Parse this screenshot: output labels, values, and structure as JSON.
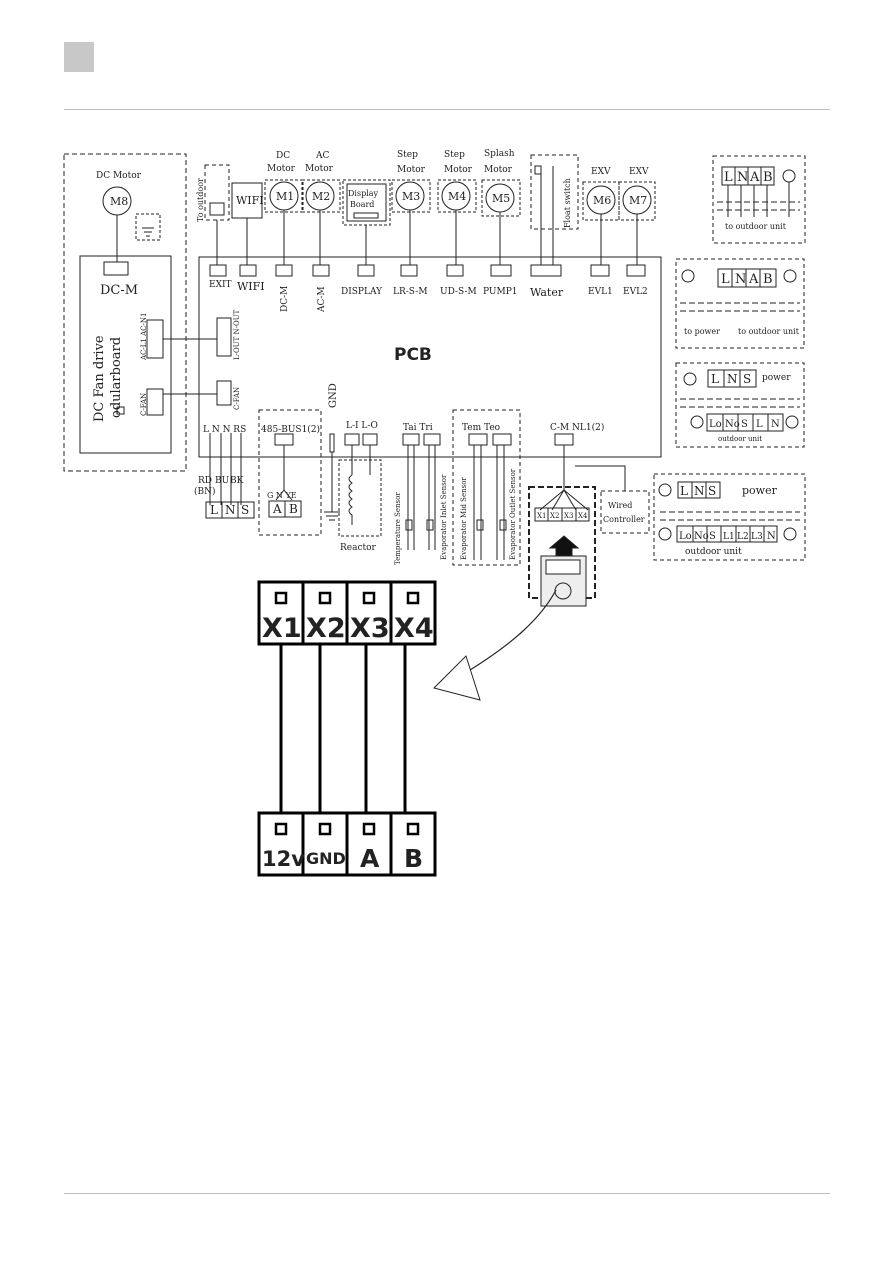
{
  "diagram": {
    "pcb_label": "PCB",
    "dc_motor_title": "DC Motor",
    "m8": "M8",
    "dc_m_left": "DC-M",
    "fan_board_line1": "DC Fan drive",
    "fan_board_line2": "odularboard",
    "ac_n1": "AC-L1 AC-N1",
    "c_fan_left": "C-FAN",
    "l_out_n_out": "L-OUT N-OUT",
    "c_fan_right": "C-FAN",
    "to_outdoor": "To outdoor",
    "wifi_top": "WIFI",
    "dc_motor_label": [
      "DC",
      "Motor"
    ],
    "ac_motor_label": [
      "AC",
      "Motor"
    ],
    "display_board": [
      "Display",
      "Board"
    ],
    "step_motor_1": [
      "Step",
      "Motor"
    ],
    "step_motor_2": [
      "Step",
      "Motor"
    ],
    "splash_motor": [
      "Splash",
      "Motor"
    ],
    "float_switch": "Float switch",
    "exv1": "EXV",
    "exv2": "EXV",
    "motors": [
      "M1",
      "M2",
      "M3",
      "M4",
      "M5",
      "M6",
      "M7"
    ],
    "connectors": [
      "EXIT",
      "WIFI",
      "DC-M",
      "AC-M",
      "DISPLAY",
      "LR-S-M",
      "UD-S-M",
      "PUMP1",
      "Water",
      "EVL1",
      "EVL2"
    ],
    "gnd": "GND",
    "lnrs": "L N N RS",
    "bus": "485-BUS1(2)",
    "li_lo": "L-I  L-O",
    "tai_tri": "Tai  Tri",
    "tem_teo": "Tem  Teo",
    "cm_nl": "C-M NL1(2)",
    "rd_bn": [
      "RD",
      "(BN)"
    ],
    "bu": "BU",
    "bk": "BK",
    "lns_left": [
      "L",
      "N",
      "S"
    ],
    "gnd_ye": "G N YE",
    "ab": [
      "A",
      "B"
    ],
    "reactor": "Reactor",
    "temperature_sensor": "Temperature Sensor",
    "evap_inlet": "Evaporator Inlet Sensor",
    "evap_mid": "Evaporator Mid Sensor",
    "evap_outlet": "Evaporator Outlet Sensor",
    "wired_controller": [
      "Wired",
      "Controller"
    ],
    "x_small": [
      "X1",
      "X2",
      "X3",
      "X4"
    ],
    "right_box1_terms": [
      "L",
      "N",
      "A",
      "B"
    ],
    "to_outdoor_unit": "to outdoor unit",
    "to_power": "to power",
    "power": "power",
    "outdoor_unit": "outdoor unit",
    "lns_r": [
      "L",
      "N",
      "S"
    ],
    "right_box3_bottom": [
      "Lo",
      "No",
      "S",
      "L",
      "N"
    ],
    "right_box4_bottom": [
      "Lo",
      "No",
      "S",
      "L1",
      "L2",
      "L3",
      "N"
    ]
  },
  "terminals": {
    "top": [
      "X1",
      "X2",
      "X3",
      "X4"
    ],
    "bottom": [
      "12v",
      "GND",
      "A",
      "B"
    ]
  }
}
